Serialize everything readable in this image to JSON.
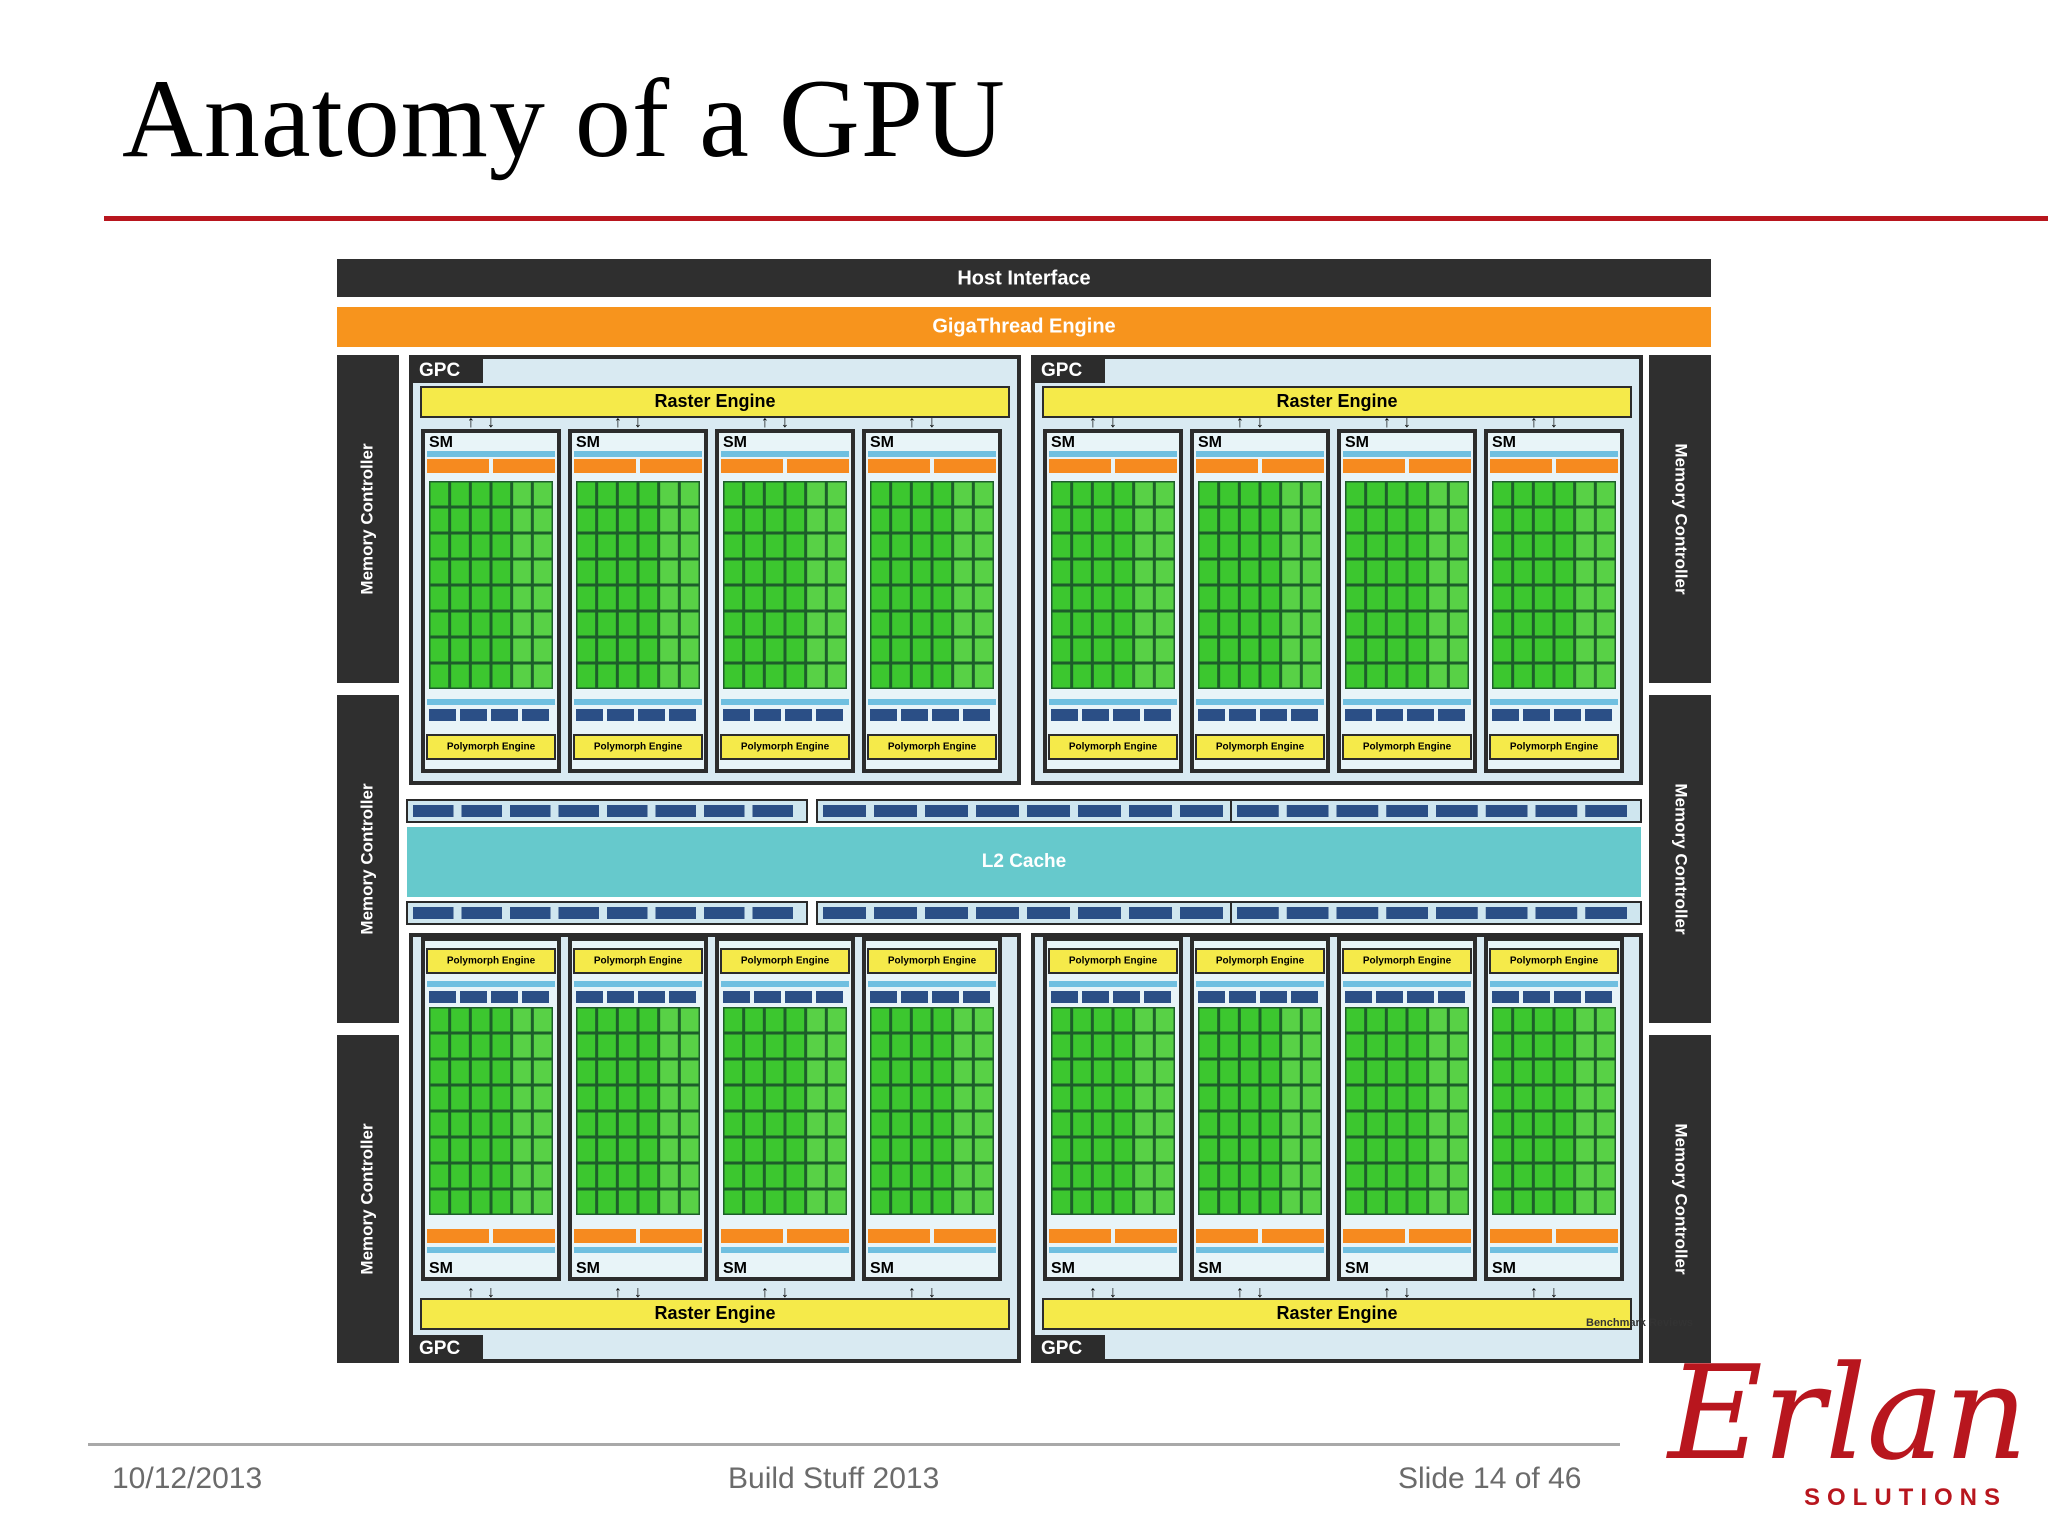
{
  "slide": {
    "title": "Anatomy of a GPU",
    "footer_date": "10/12/2013",
    "footer_event": "Build Stuff 2013",
    "footer_slide": "Slide 14 of 46"
  },
  "logo": {
    "script_text": "Erlang",
    "subtitle": "SOLUTIONS"
  },
  "diagram": {
    "host_interface": "Host Interface",
    "gigathread": "GigaThread Engine",
    "gpc": "GPC",
    "raster_engine": "Raster Engine",
    "sm": "SM",
    "polymorph_engine": "Polymorph Engine",
    "l2_cache": "L2 Cache",
    "memory_controller": "Memory Controller",
    "watermark": "Benchmark Reviews"
  },
  "colors": {
    "accent_red": "#b8161e",
    "dark_block": "#2f2f2f",
    "gigathread_orange": "#f7941d",
    "raster_yellow": "#f5ea4a",
    "core_green": "#3cc72f",
    "l2_cyan": "#66c9cc",
    "bus_blue": "#2b4f86",
    "sm_light_blue": "#6fbfe0",
    "sm_orange": "#f68a1f"
  }
}
